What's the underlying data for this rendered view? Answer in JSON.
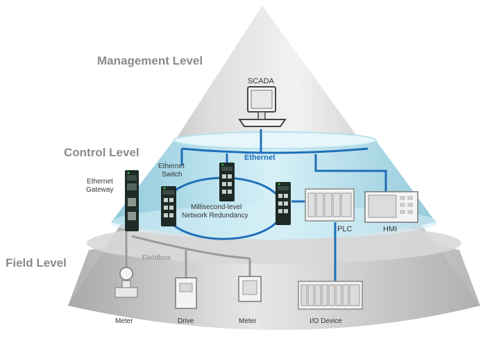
{
  "levels": {
    "management": "Management Level",
    "control": "Control Level",
    "field": "Field Level"
  },
  "devices": {
    "scada": "SCADA",
    "ethernet_gateway_line1": "Ethernet",
    "ethernet_gateway_line2": "Gateway",
    "ethernet_switch_line1": "Ethernet",
    "ethernet_switch_line2": "Switch",
    "plc": "PLC",
    "hmi": "HMI",
    "field_meter_1": "Meter",
    "field_drive": "Drive",
    "field_meter_2": "Meter",
    "field_io_device": "I/O Device"
  },
  "networks": {
    "ethernet": "Ethernet",
    "fieldbus": "Fieldbus",
    "redundancy_line1": "Millisecond-level",
    "redundancy_line2": "Network Redundancy"
  },
  "colors": {
    "cone_grey": "#c9c9c9",
    "control_band": "#bfe3ef",
    "network_blue": "#1e6fb8",
    "device_dark": "#1e2a26",
    "led_green": "#2fbf4a"
  }
}
